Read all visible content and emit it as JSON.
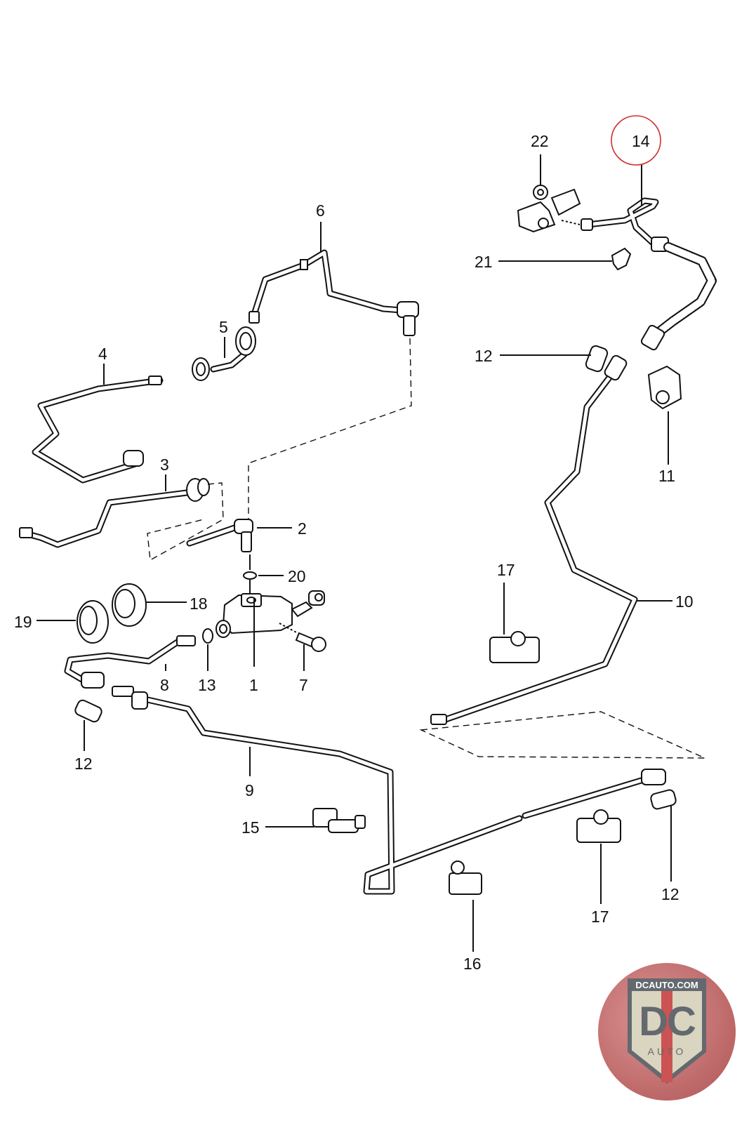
{
  "diagram": {
    "title": "Clutch hydraulic line system exploded parts diagram",
    "highlighted_part": "14",
    "highlight_color": "#d03030",
    "callouts": [
      {
        "id": "c1",
        "label": "1"
      },
      {
        "id": "c2",
        "label": "2"
      },
      {
        "id": "c3",
        "label": "3"
      },
      {
        "id": "c4",
        "label": "4"
      },
      {
        "id": "c5",
        "label": "5"
      },
      {
        "id": "c6",
        "label": "6"
      },
      {
        "id": "c7",
        "label": "7"
      },
      {
        "id": "c8",
        "label": "8"
      },
      {
        "id": "c9",
        "label": "9"
      },
      {
        "id": "c10",
        "label": "10"
      },
      {
        "id": "c11",
        "label": "11"
      },
      {
        "id": "c12a",
        "label": "12"
      },
      {
        "id": "c12b",
        "label": "12"
      },
      {
        "id": "c12c",
        "label": "12"
      },
      {
        "id": "c13",
        "label": "13"
      },
      {
        "id": "c14",
        "label": "14"
      },
      {
        "id": "c15",
        "label": "15"
      },
      {
        "id": "c16",
        "label": "16"
      },
      {
        "id": "c17a",
        "label": "17"
      },
      {
        "id": "c17b",
        "label": "17"
      },
      {
        "id": "c18",
        "label": "18"
      },
      {
        "id": "c19",
        "label": "19"
      },
      {
        "id": "c20",
        "label": "20"
      },
      {
        "id": "c21",
        "label": "21"
      },
      {
        "id": "c22",
        "label": "22"
      }
    ]
  },
  "logo": {
    "site": "DCAUTO.COM",
    "mark": "DC",
    "sub": "AUTO",
    "colors": {
      "circle": "#b95f5f",
      "shield": "#5b6168",
      "fill": "#d9d3bd",
      "stripe": "#c94a4a"
    }
  }
}
